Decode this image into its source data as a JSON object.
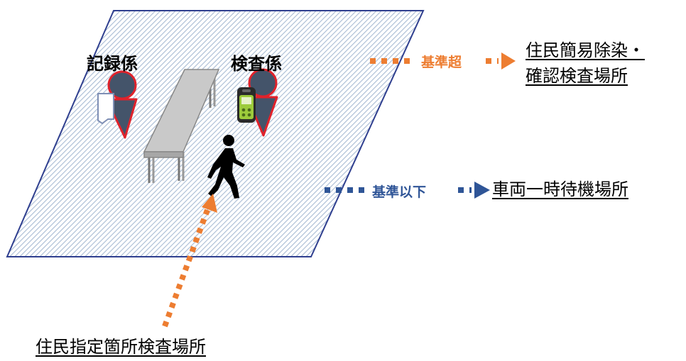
{
  "roles": {
    "recorder": "記録係",
    "inspector": "検査係"
  },
  "destinations": {
    "over_standard": [
      "住民簡易除染・",
      "確認検査場所"
    ],
    "under_standard": "車両一時待機場所",
    "origin": "住民指定箇所検査場所"
  },
  "conditions": {
    "over": "基準超",
    "under": "基準以下"
  },
  "colors": {
    "over_arrow": "#ED7D31",
    "under_arrow": "#2F5597",
    "person_red": "#E0222B",
    "person_blue": "#44546A",
    "floor_hatch": "#A9BCD4",
    "floor_border": "#2F3F8F"
  }
}
